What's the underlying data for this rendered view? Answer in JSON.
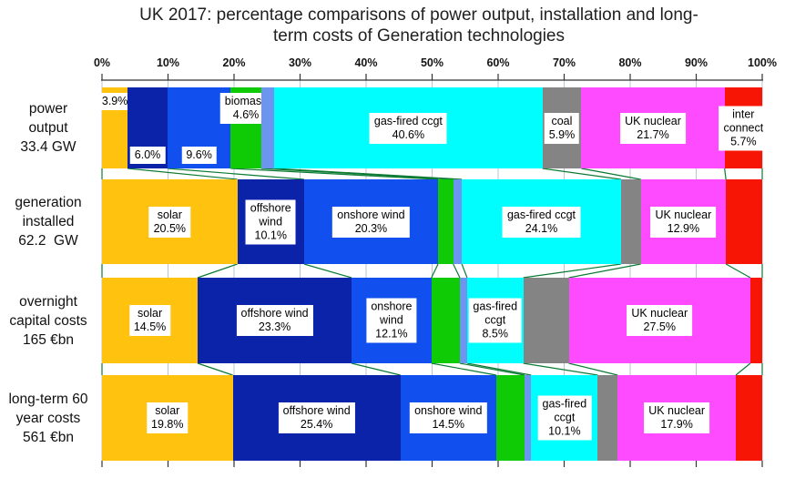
{
  "title": "UK 2017: percentage comparisons of power output, installation and long-\nterm costs of Generation technologies",
  "axis": {
    "tick_labels": [
      "0%",
      "10%",
      "20%",
      "30%",
      "40%",
      "50%",
      "60%",
      "70%",
      "80%",
      "90%",
      "100%"
    ]
  },
  "colors": {
    "solar": "#ffc20e",
    "offshore_wind": "#0b23a9",
    "onshore_wind": "#1150ee",
    "biomass": "#0fcb06",
    "other": "#6c95ef",
    "gas_ccgt": "#00feff",
    "coal": "#848484",
    "uk_nuclear": "#ff4bff",
    "interconnect": "#f71505",
    "connector_line": "#0b7a33",
    "gridline": "#b7c5d6",
    "axis": "#333333"
  },
  "chart_data": {
    "type": "bar",
    "stacked": true,
    "orientation": "horizontal",
    "unit": "percent",
    "xlim": [
      0,
      100
    ],
    "grid": true,
    "title": "UK 2017: percentage comparisons of power output, installation and long-term costs of Generation technologies",
    "categories": [
      "power output 33.4 GW",
      "generation installed 62.2 GW",
      "overnight capital costs 165 €bn",
      "long-term 60 year costs 561 €bn"
    ],
    "rows": [
      {
        "label_lines": [
          "power",
          "output",
          "33.4 GW"
        ],
        "segments": [
          {
            "tech": "solar",
            "value": 3.9,
            "label": [
              "3.9%"
            ],
            "valign": "top"
          },
          {
            "tech": "offshore_wind",
            "value": 6.0,
            "label": [
              "6.0%"
            ],
            "valign": "bottom"
          },
          {
            "tech": "onshore_wind",
            "value": 9.6,
            "label": [
              "9.6%"
            ],
            "valign": "bottom"
          },
          {
            "tech": "biomass",
            "value": 4.6,
            "label": [
              "biomass",
              "4.6%"
            ],
            "valign": "top"
          },
          {
            "tech": "other",
            "value": 2.0,
            "label": null
          },
          {
            "tech": "gas_ccgt",
            "value": 40.6,
            "label": [
              "gas-fired ccgt",
              "40.6%"
            ],
            "valign": "center"
          },
          {
            "tech": "coal",
            "value": 5.9,
            "label": [
              "coal",
              "5.9%"
            ],
            "valign": "center"
          },
          {
            "tech": "uk_nuclear",
            "value": 21.7,
            "label": [
              "UK nuclear",
              "21.7%"
            ],
            "valign": "center"
          },
          {
            "tech": "interconnect",
            "value": 5.7,
            "label": [
              "inter",
              "connect",
              "5.7%"
            ],
            "valign": "center"
          }
        ]
      },
      {
        "label_lines": [
          "generation",
          "installed",
          "62.2  GW"
        ],
        "segments": [
          {
            "tech": "solar",
            "value": 20.5,
            "label": [
              "solar",
              "20.5%"
            ],
            "valign": "center"
          },
          {
            "tech": "offshore_wind",
            "value": 10.1,
            "label": [
              "offshore",
              "wind",
              "10.1%"
            ],
            "valign": "center"
          },
          {
            "tech": "onshore_wind",
            "value": 20.3,
            "label": [
              "onshore wind",
              "20.3%"
            ],
            "valign": "center"
          },
          {
            "tech": "biomass",
            "value": 2.3,
            "label": null
          },
          {
            "tech": "other",
            "value": 1.3,
            "label": null
          },
          {
            "tech": "gas_ccgt",
            "value": 24.1,
            "label": [
              "gas-fired ccgt",
              "24.1%"
            ],
            "valign": "center"
          },
          {
            "tech": "coal",
            "value": 3.0,
            "label": null
          },
          {
            "tech": "uk_nuclear",
            "value": 12.9,
            "label": [
              "UK nuclear",
              "12.9%"
            ],
            "valign": "center"
          },
          {
            "tech": "interconnect",
            "value": 5.5,
            "label": null
          }
        ]
      },
      {
        "label_lines": [
          "overnight",
          "capital costs",
          "165 €bn"
        ],
        "segments": [
          {
            "tech": "solar",
            "value": 14.5,
            "label": [
              "solar",
              "14.5%"
            ],
            "valign": "center"
          },
          {
            "tech": "offshore_wind",
            "value": 23.3,
            "label": [
              "offshore wind",
              "23.3%"
            ],
            "valign": "center"
          },
          {
            "tech": "onshore_wind",
            "value": 12.1,
            "label": [
              "onshore",
              "wind",
              "12.1%"
            ],
            "valign": "center"
          },
          {
            "tech": "biomass",
            "value": 4.3,
            "label": null
          },
          {
            "tech": "other",
            "value": 1.1,
            "label": null
          },
          {
            "tech": "gas_ccgt",
            "value": 8.5,
            "label": [
              "gas-fired",
              "ccgt",
              "8.5%"
            ],
            "valign": "center"
          },
          {
            "tech": "coal",
            "value": 6.9,
            "label": null
          },
          {
            "tech": "uk_nuclear",
            "value": 27.5,
            "label": [
              "UK nuclear",
              "27.5%"
            ],
            "valign": "center"
          },
          {
            "tech": "interconnect",
            "value": 1.8,
            "label": null
          }
        ]
      },
      {
        "label_lines": [
          "long-term 60",
          "year costs",
          "561 €bn"
        ],
        "segments": [
          {
            "tech": "solar",
            "value": 19.8,
            "label": [
              "solar",
              "19.8%"
            ],
            "valign": "center"
          },
          {
            "tech": "offshore_wind",
            "value": 25.4,
            "label": [
              "offshore wind",
              "25.4%"
            ],
            "valign": "center"
          },
          {
            "tech": "onshore_wind",
            "value": 14.5,
            "label": [
              "onshore wind",
              "14.5%"
            ],
            "valign": "center"
          },
          {
            "tech": "biomass",
            "value": 4.3,
            "label": null
          },
          {
            "tech": "other",
            "value": 1.0,
            "label": null
          },
          {
            "tech": "gas_ccgt",
            "value": 10.1,
            "label": [
              "gas-fired",
              "ccgt",
              "10.1%"
            ],
            "valign": "center"
          },
          {
            "tech": "coal",
            "value": 3.0,
            "label": null
          },
          {
            "tech": "uk_nuclear",
            "value": 17.9,
            "label": [
              "UK nuclear",
              "17.9%"
            ],
            "valign": "center"
          },
          {
            "tech": "interconnect",
            "value": 4.0,
            "label": null
          }
        ]
      }
    ]
  }
}
